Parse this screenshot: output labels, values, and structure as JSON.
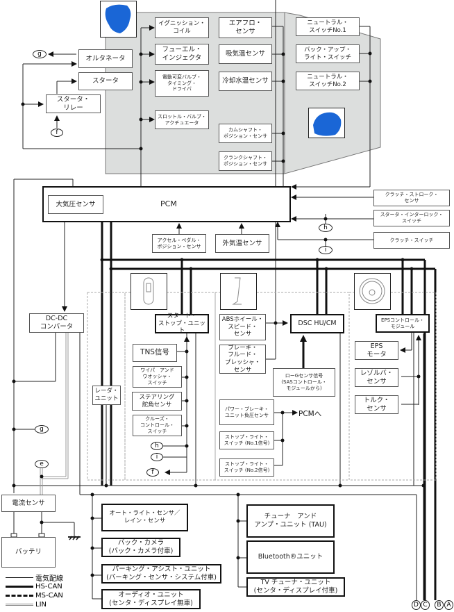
{
  "engine_group": {
    "left_boxes": [
      {
        "id": "ignition-coil",
        "label": "イグニッション・\nコイル"
      },
      {
        "id": "fuel-injector",
        "label": "フューエル・\nインジェクタ"
      },
      {
        "id": "vvt-driver",
        "label": "電動可変バルブ・\nタイミング・\nドライバ"
      },
      {
        "id": "throttle-actuator",
        "label": "スロットル・バルブ・\nアクチュエータ"
      }
    ],
    "mid_boxes": [
      {
        "id": "airflow-sensor",
        "label": "エアフロ・\nセンサ"
      },
      {
        "id": "intake-temp-sensor",
        "label": "吸気温センサ"
      },
      {
        "id": "coolant-temp-sensor",
        "label": "冷却水温センサ"
      },
      {
        "id": "camshaft-sensor",
        "label": "カムシャフト・\nポジション・センサ"
      },
      {
        "id": "crankshaft-sensor",
        "label": "クランクシャフト・\nポジション・センサ"
      }
    ],
    "trans_boxes": [
      {
        "id": "neutral-switch-1",
        "label": "ニュートラル・\nスイッチNo.1"
      },
      {
        "id": "backup-light-switch",
        "label": "バック・アップ・\nライト・スイッチ"
      },
      {
        "id": "neutral-switch-2",
        "label": "ニュートラル・\nスイッチNo.2"
      }
    ]
  },
  "power": {
    "alternator": "オルタネータ",
    "starter": "スタータ",
    "starter_relay": "スタータ・\nリレー",
    "dcdc": "DC-DC\nコンバータ",
    "current_sensor": "電流センサ",
    "battery": "バッテリ"
  },
  "pcm": {
    "title": "PCM",
    "baro_sensor": "大気圧センサ",
    "accel_pedal": "アクセル・ペダル・\nポジション・センサ",
    "ambient_temp": "外気温センサ",
    "clutch_stroke": "クラッチ・ストローク・\nセンサ",
    "starter_interlock": "スタータ・インターロック・\nスイッチ",
    "clutch_switch": "クラッチ・スイッチ"
  },
  "body_group": {
    "radar": "レーダ・\nユニット",
    "start_stop": "スタート・\nストップ・ユニット",
    "tns": "TNS信号",
    "wiper": "ワイパ　アンド\nウオッシャ・\nスイッチ",
    "steering_angle": "ステアリング\n舵角センサ",
    "cruise": "クルーズ・\nコントロール・\nスイッチ"
  },
  "brake_group": {
    "abs_sensor": "ABSホイール・\nスピード・\nセンサ",
    "brake_fluid": "ブレーキ・\nフルード・\nプレッシャ・\nセンサ",
    "dsc": "DSC HU/CM",
    "low_g": "ローGセンサ信号\n(SASコントロール・\nモジュールから)",
    "vacuum_sensor": "パワー・ブレーキ・\nユニット負圧センサ",
    "stop_light_1": "ストップ・ライト・\nスイッチ (No.1信号)",
    "stop_light_2": "ストップ・ライト・\nスイッチ (No.2信号)",
    "to_pcm": "PCMへ"
  },
  "eps_group": {
    "eps_module": "EPSコントロール・\nモジュール",
    "eps_motor": "EPS\nモータ",
    "resolver": "レゾルバ・\nセンサ",
    "torque": "トルク・\nセンサ"
  },
  "ms_can_units": [
    {
      "id": "auto-light-sensor",
      "label": "オート・ライト・センサ／\nレイン・センサ"
    },
    {
      "id": "back-camera",
      "label": "バック・カメラ\n(バック・カメラ付車)"
    },
    {
      "id": "parking-assist",
      "label": "パーキング・アシスト・ユニット\n(パーキング・センサ・システム付車)"
    },
    {
      "id": "audio-unit",
      "label": "オーディオ・ユニット\n(センタ・ディスプレイ無車)"
    },
    {
      "id": "tau",
      "label": "チューナ　アンド\nアンプ・ユニット (TAU)"
    },
    {
      "id": "bluetooth",
      "label": "Bluetooth®ユニット"
    },
    {
      "id": "tv-tuner",
      "label": "TV チューナ・ユニット\n(センタ・ディスプレイ付車)"
    }
  ],
  "connectors": {
    "g": "g",
    "f": "f",
    "h": "h",
    "i": "i",
    "e": "e",
    "A": "A",
    "B": "B",
    "C": "C",
    "D": "D"
  },
  "legend": [
    {
      "id": "electric",
      "label": "電気配線"
    },
    {
      "id": "hs-can",
      "label": "HS-CAN"
    },
    {
      "id": "ms-can",
      "label": "MS-CAN"
    },
    {
      "id": "lin",
      "label": "LIN"
    }
  ],
  "colors": {
    "engine_bg": "#dcdedd",
    "engine_blue": "#1a66d6",
    "line": "#222222",
    "lin": "#888888"
  }
}
